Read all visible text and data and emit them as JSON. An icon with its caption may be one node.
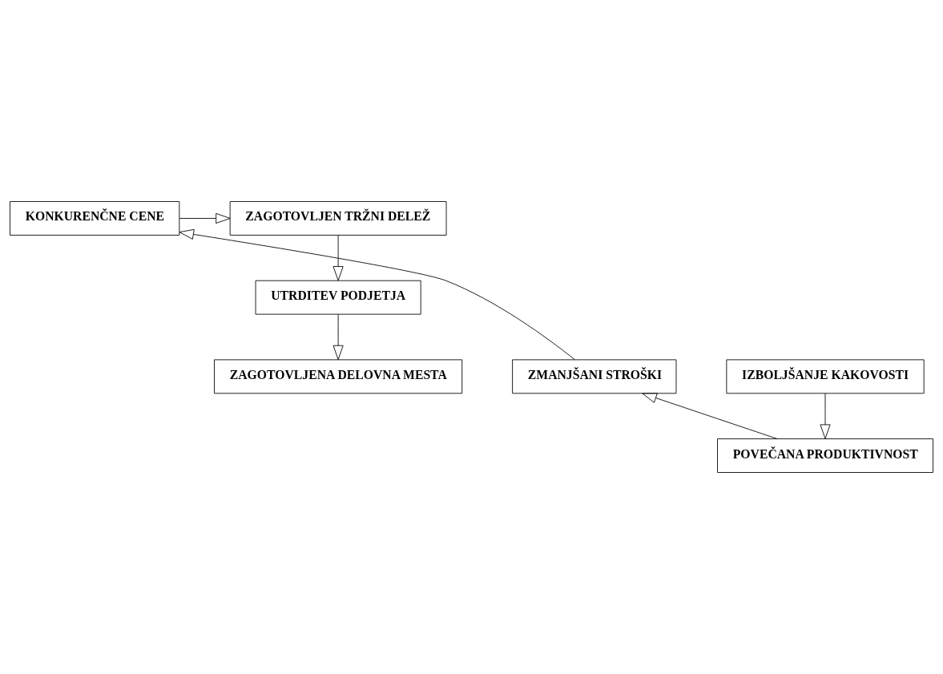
{
  "diagram": {
    "nodes": [
      {
        "text": [
          "ZAGOTOVLJEN TRŽNI DELEŽ"
        ]
      },
      {
        "text": [
          "UTRDITEV PODJETJA"
        ]
      },
      {
        "text": [
          "ZAGOTOVLJENA DELOVNA MESTA"
        ]
      },
      {
        "text": [
          "IZBOLJŠANJE KAKOVOSTI"
        ]
      },
      {
        "text": [
          "POVEČANA PRODUKTIVNOST"
        ]
      },
      {
        "text": [
          "ZMANJŠANI STROŠKI"
        ]
      },
      {
        "text": [
          "KONKURENČNE CENE"
        ]
      }
    ],
    "edges": [
      {
        "from": 0,
        "to": 1,
        "arrow": "to"
      },
      {
        "from": 1,
        "to": 2,
        "arrow": "to"
      },
      {
        "from": 3,
        "to": 4,
        "arrow": "to"
      },
      {
        "from": 4,
        "to": 5,
        "arrow": "to"
      },
      {
        "from": 5,
        "to": 6,
        "arrow": "to"
      },
      {
        "from": 6,
        "to": 0,
        "arrow": "to"
      }
    ]
  }
}
